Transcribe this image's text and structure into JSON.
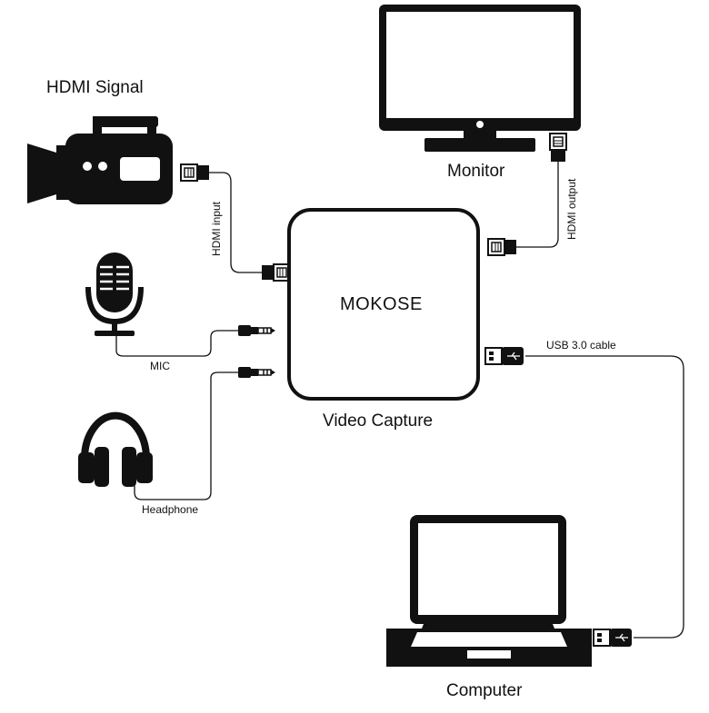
{
  "labels": {
    "hdmi_signal": "HDMI Signal",
    "monitor": "Monitor",
    "video_capture": "Video Capture",
    "computer": "Computer",
    "brand": "MOKOSE",
    "hdmi_input": "HDMI input",
    "hdmi_output": "HDMI output",
    "mic": "MIC",
    "headphone": "Headphone",
    "usb_cable": "USB 3.0 cable"
  },
  "icons": {
    "camera": "video-camera-icon",
    "microphone": "microphone-icon",
    "headphones": "headphones-icon",
    "monitor": "monitor-icon",
    "laptop": "laptop-icon",
    "capture_box": "capture-box",
    "hdmi_plug": "hdmi-plug-icon",
    "audio_plug": "audio-jack-icon",
    "usb_plug": "usb-plug-icon"
  },
  "colors": {
    "ink": "#111111",
    "background": "#ffffff"
  }
}
